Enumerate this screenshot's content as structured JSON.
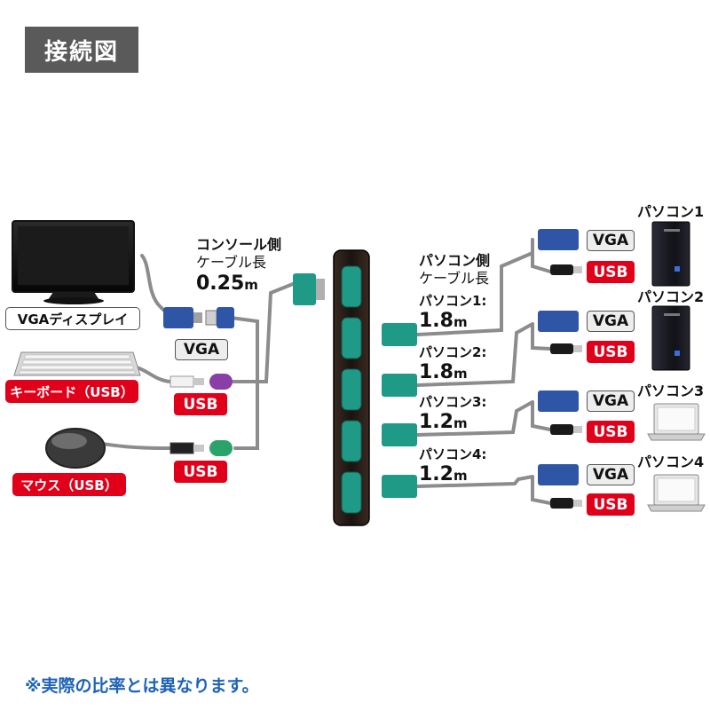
{
  "title": "接続図",
  "console_side": {
    "title": "コンソール側",
    "subtitle": "ケーブル長",
    "length_value": "0.25",
    "length_unit": "m"
  },
  "pc_side": {
    "title": "パソコン側",
    "subtitle": "ケーブル長"
  },
  "cables": [
    {
      "label": "パソコン1:",
      "value": "1.8",
      "unit": "m"
    },
    {
      "label": "パソコン2:",
      "value": "1.8",
      "unit": "m"
    },
    {
      "label": "パソコン3:",
      "value": "1.2",
      "unit": "m"
    },
    {
      "label": "パソコン4:",
      "value": "1.2",
      "unit": "m"
    }
  ],
  "devices": {
    "monitor": "VGAディスプレイ",
    "keyboard": "キーボード（USB）",
    "mouse": "マウス（USB）"
  },
  "connector_tags": {
    "vga": "VGA",
    "usb": "USB"
  },
  "pcs": [
    "パソコン1",
    "パソコン2",
    "パソコン3",
    "パソコン4"
  ],
  "note": "※実際の比率とは異なります。",
  "colors": {
    "vga_connector": "#2f56a6",
    "kvm_connector": "#1f9a86",
    "usb_purple": "#8a3fa8",
    "usb_green": "#2aa36a",
    "red_tag": "#e1001a",
    "cable": "#8c8c8c"
  }
}
